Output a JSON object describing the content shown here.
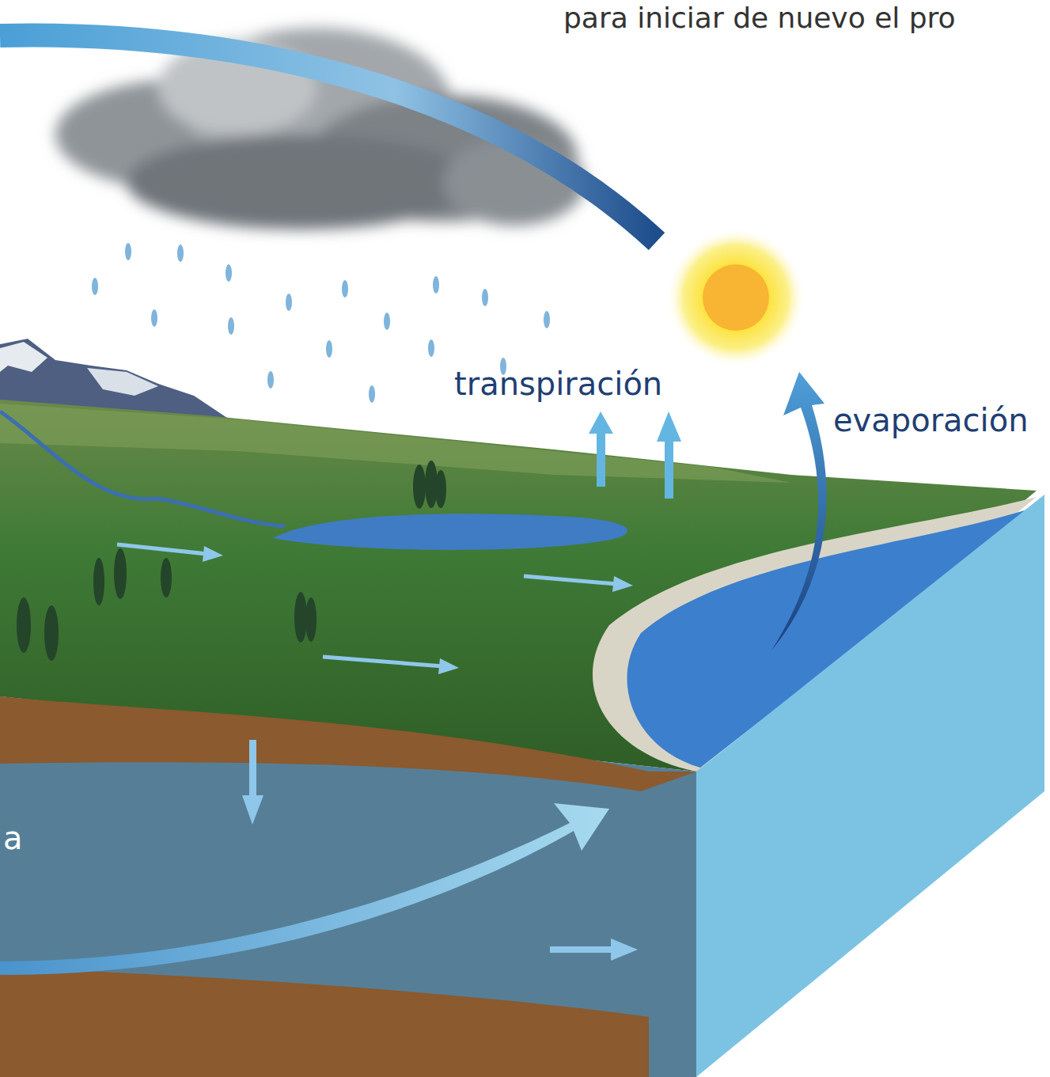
{
  "diagram": {
    "labels": [
      "para iniciar de nuevo el pro",
      "transpiración",
      "evaporación",
      "a"
    ]
  }
}
